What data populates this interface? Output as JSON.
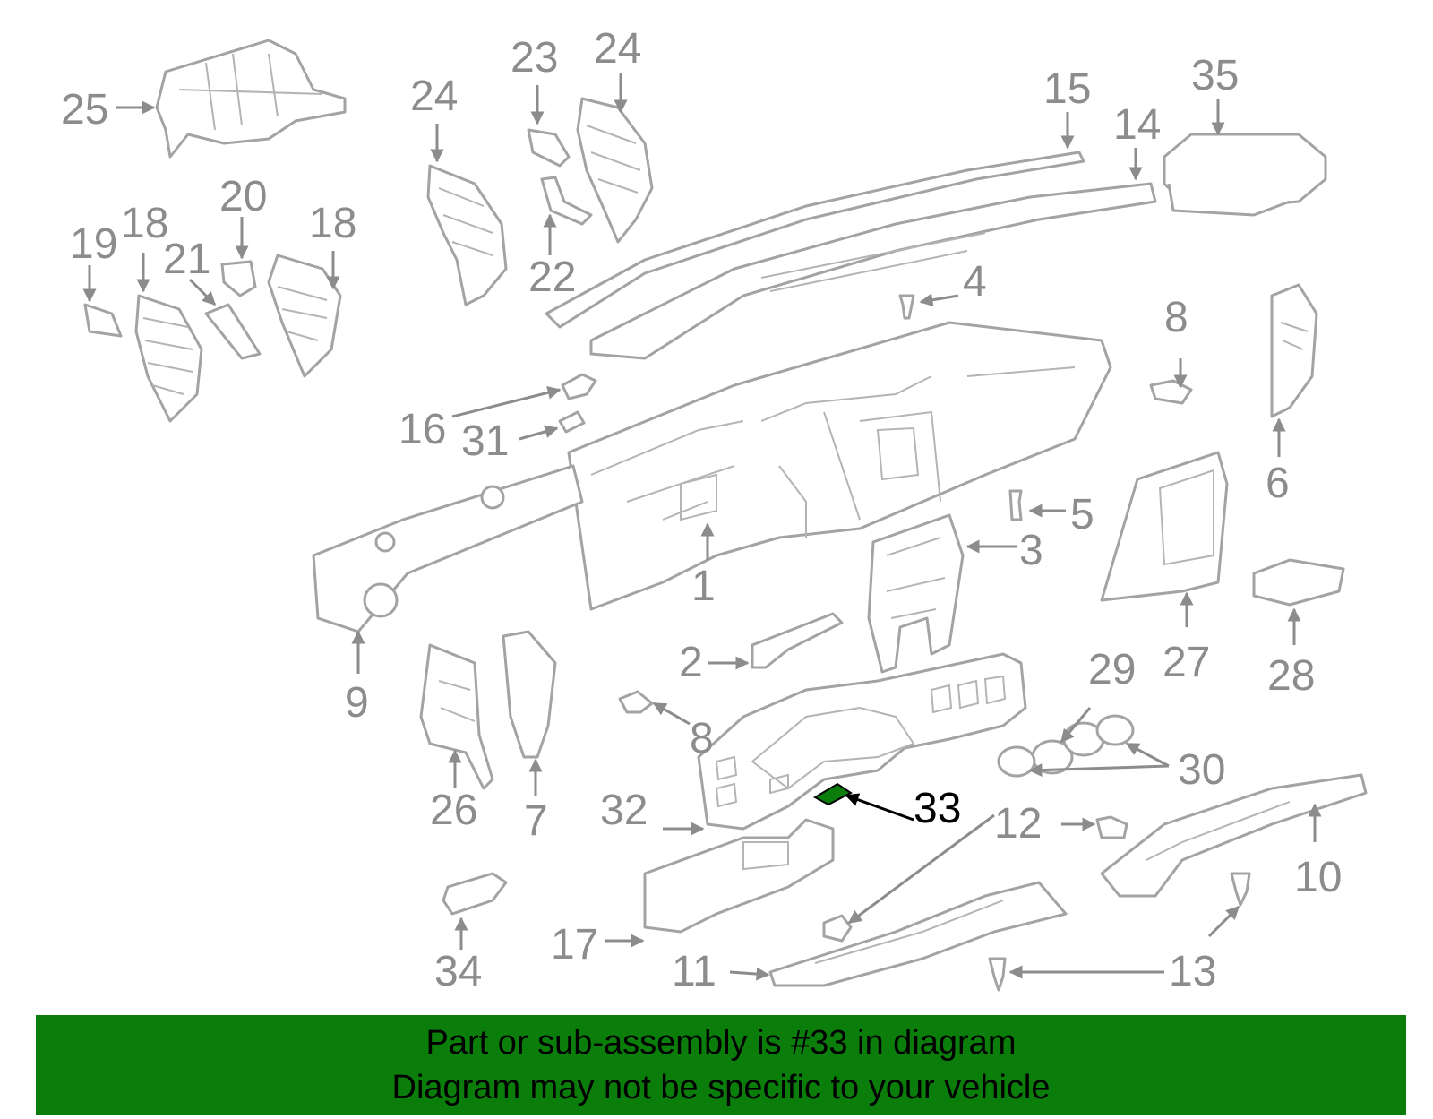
{
  "colors": {
    "banner_bg": "#0b7d0b",
    "highlight": "#0b7d0b",
    "part_stroke": "#a3a3a3",
    "label": "#8c8c8c",
    "highlight_label": "#000000"
  },
  "callouts": [
    {
      "id": "c1",
      "text": "1"
    },
    {
      "id": "c2",
      "text": "2"
    },
    {
      "id": "c3",
      "text": "3"
    },
    {
      "id": "c4",
      "text": "4"
    },
    {
      "id": "c5",
      "text": "5"
    },
    {
      "id": "c6",
      "text": "6"
    },
    {
      "id": "c7",
      "text": "7"
    },
    {
      "id": "c8a",
      "text": "8"
    },
    {
      "id": "c8b",
      "text": "8"
    },
    {
      "id": "c9",
      "text": "9"
    },
    {
      "id": "c10",
      "text": "10"
    },
    {
      "id": "c11",
      "text": "11"
    },
    {
      "id": "c12",
      "text": "12"
    },
    {
      "id": "c13",
      "text": "13"
    },
    {
      "id": "c14",
      "text": "14"
    },
    {
      "id": "c15",
      "text": "15"
    },
    {
      "id": "c16",
      "text": "16"
    },
    {
      "id": "c17",
      "text": "17"
    },
    {
      "id": "c18a",
      "text": "18"
    },
    {
      "id": "c18b",
      "text": "18"
    },
    {
      "id": "c19",
      "text": "19"
    },
    {
      "id": "c20",
      "text": "20"
    },
    {
      "id": "c21",
      "text": "21"
    },
    {
      "id": "c22",
      "text": "22"
    },
    {
      "id": "c23",
      "text": "23"
    },
    {
      "id": "c24a",
      "text": "24"
    },
    {
      "id": "c24b",
      "text": "24"
    },
    {
      "id": "c25",
      "text": "25"
    },
    {
      "id": "c26",
      "text": "26"
    },
    {
      "id": "c27",
      "text": "27"
    },
    {
      "id": "c28",
      "text": "28"
    },
    {
      "id": "c29",
      "text": "29"
    },
    {
      "id": "c30",
      "text": "30"
    },
    {
      "id": "c31",
      "text": "31"
    },
    {
      "id": "c32",
      "text": "32"
    },
    {
      "id": "c33",
      "text": "33",
      "highlighted": true
    },
    {
      "id": "c34",
      "text": "34"
    },
    {
      "id": "c35",
      "text": "35"
    }
  ],
  "banner": {
    "line1": "Part or sub-assembly is #33 in diagram",
    "line2": "Diagram may not be specific to your vehicle"
  }
}
